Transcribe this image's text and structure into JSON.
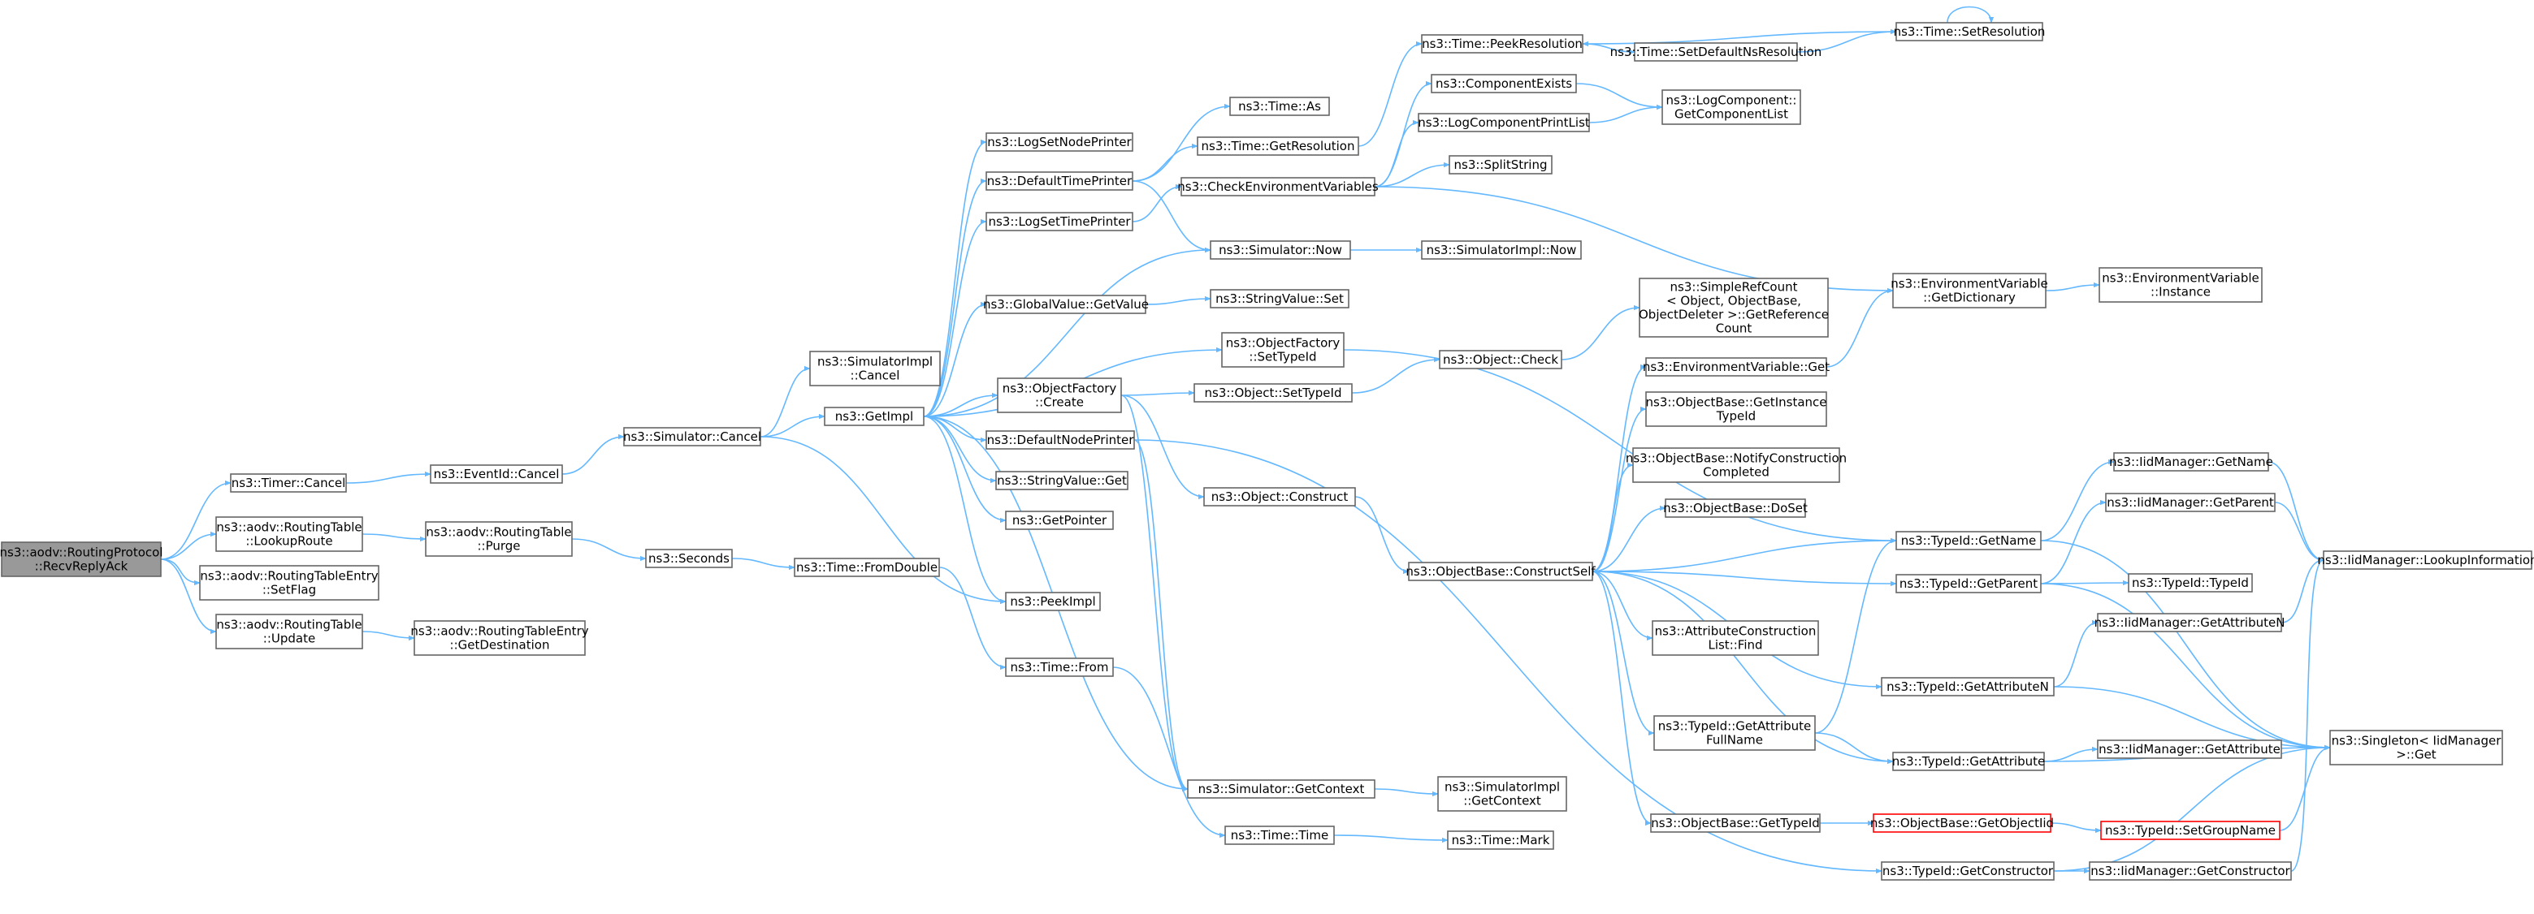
{
  "diagram": {
    "colors": {
      "edge": "#63b8ff",
      "node_border": "#666666",
      "start_fill": "#999999",
      "highlight_border": "#ff0000"
    },
    "nodes": [
      {
        "id": "root",
        "lines": [
          "ns3::aodv::RoutingProtocol",
          "::RecvReplyAck"
        ],
        "style": "start"
      },
      {
        "id": "timer_cancel",
        "lines": [
          "ns3::Timer::Cancel"
        ]
      },
      {
        "id": "rt_lookup",
        "lines": [
          "ns3::aodv::RoutingTable",
          "::LookupRoute"
        ]
      },
      {
        "id": "rte_setflag",
        "lines": [
          "ns3::aodv::RoutingTableEntry",
          "::SetFlag"
        ]
      },
      {
        "id": "rt_update",
        "lines": [
          "ns3::aodv::RoutingTable",
          "::Update"
        ]
      },
      {
        "id": "eventid_cancel",
        "lines": [
          "ns3::EventId::Cancel"
        ]
      },
      {
        "id": "rt_purge",
        "lines": [
          "ns3::aodv::RoutingTable",
          "::Purge"
        ]
      },
      {
        "id": "rte_getdest",
        "lines": [
          "ns3::aodv::RoutingTableEntry",
          "::GetDestination"
        ]
      },
      {
        "id": "sim_cancel",
        "lines": [
          "ns3::Simulator::Cancel"
        ]
      },
      {
        "id": "seconds",
        "lines": [
          "ns3::Seconds"
        ]
      },
      {
        "id": "simimpl_cancel",
        "lines": [
          "ns3::SimulatorImpl",
          "::Cancel"
        ]
      },
      {
        "id": "getimpl",
        "lines": [
          "ns3::GetImpl"
        ]
      },
      {
        "id": "time_fromdouble",
        "lines": [
          "ns3::Time::FromDouble"
        ]
      },
      {
        "id": "peekimpl",
        "lines": [
          "ns3::PeekImpl"
        ]
      },
      {
        "id": "time_from",
        "lines": [
          "ns3::Time::From"
        ]
      },
      {
        "id": "lognodeprinter",
        "lines": [
          "ns3::LogSetNodePrinter"
        ]
      },
      {
        "id": "deftimeprinter",
        "lines": [
          "ns3::DefaultTimePrinter"
        ]
      },
      {
        "id": "logtimeprinter",
        "lines": [
          "ns3::LogSetTimePrinter"
        ]
      },
      {
        "id": "gv_getvalue",
        "lines": [
          "ns3::GlobalValue::GetValue"
        ]
      },
      {
        "id": "of_create",
        "lines": [
          "ns3::ObjectFactory",
          "::Create"
        ]
      },
      {
        "id": "defnodeprinter",
        "lines": [
          "ns3::DefaultNodePrinter"
        ]
      },
      {
        "id": "sv_get",
        "lines": [
          "ns3::StringValue::Get"
        ]
      },
      {
        "id": "getpointer",
        "lines": [
          "ns3::GetPointer"
        ]
      },
      {
        "id": "time_as",
        "lines": [
          "ns3::Time::As"
        ]
      },
      {
        "id": "time_getres",
        "lines": [
          "ns3::Time::GetResolution"
        ]
      },
      {
        "id": "checkenv",
        "lines": [
          "ns3::CheckEnvironmentVariables"
        ]
      },
      {
        "id": "sim_now",
        "lines": [
          "ns3::Simulator::Now"
        ]
      },
      {
        "id": "sv_set",
        "lines": [
          "ns3::StringValue::Set"
        ]
      },
      {
        "id": "of_settypeid",
        "lines": [
          "ns3::ObjectFactory",
          "::SetTypeId"
        ]
      },
      {
        "id": "obj_settypeid",
        "lines": [
          "ns3::Object::SetTypeId"
        ]
      },
      {
        "id": "obj_construct",
        "lines": [
          "ns3::Object::Construct"
        ]
      },
      {
        "id": "sim_getctx",
        "lines": [
          "ns3::Simulator::GetContext"
        ]
      },
      {
        "id": "time_time",
        "lines": [
          "ns3::Time::Time"
        ]
      },
      {
        "id": "time_peekres",
        "lines": [
          "ns3::Time::PeekResolution"
        ]
      },
      {
        "id": "compexists",
        "lines": [
          "ns3::ComponentExists"
        ]
      },
      {
        "id": "logcompprint",
        "lines": [
          "ns3::LogComponentPrintList"
        ]
      },
      {
        "id": "splitstring",
        "lines": [
          "ns3::SplitString"
        ]
      },
      {
        "id": "simimpl_now",
        "lines": [
          "ns3::SimulatorImpl::Now"
        ]
      },
      {
        "id": "obj_check",
        "lines": [
          "ns3::Object::Check"
        ]
      },
      {
        "id": "ob_constructself",
        "lines": [
          "ns3::ObjectBase::ConstructSelf"
        ]
      },
      {
        "id": "simimpl_getctx",
        "lines": [
          "ns3::SimulatorImpl",
          "::GetContext"
        ]
      },
      {
        "id": "time_mark",
        "lines": [
          "ns3::Time::Mark"
        ]
      },
      {
        "id": "time_setdefns",
        "lines": [
          "ns3::Time::SetDefaultNsResolution"
        ]
      },
      {
        "id": "logcomp_getlist",
        "lines": [
          "ns3::LogComponent::",
          "GetComponentList"
        ]
      },
      {
        "id": "simplerefcount",
        "lines": [
          "ns3::SimpleRefCount",
          "< Object, ObjectBase,",
          "ObjectDeleter >::GetReference",
          "Count"
        ]
      },
      {
        "id": "envvar_get",
        "lines": [
          "ns3::EnvironmentVariable::Get"
        ]
      },
      {
        "id": "ob_getinsttid",
        "lines": [
          "ns3::ObjectBase::GetInstance",
          "TypeId"
        ]
      },
      {
        "id": "ob_notify",
        "lines": [
          "ns3::ObjectBase::NotifyConstruction",
          "Completed"
        ]
      },
      {
        "id": "ob_doset",
        "lines": [
          "ns3::ObjectBase::DoSet"
        ]
      },
      {
        "id": "attrconstr_find",
        "lines": [
          "ns3::AttributeConstruction",
          "List::Find"
        ]
      },
      {
        "id": "tid_getattrfull",
        "lines": [
          "ns3::TypeId::GetAttribute",
          "FullName"
        ]
      },
      {
        "id": "ob_gettypeid",
        "lines": [
          "ns3::ObjectBase::GetTypeId"
        ]
      },
      {
        "id": "time_setres",
        "lines": [
          "ns3::Time::SetResolution"
        ]
      },
      {
        "id": "envvar_getdict",
        "lines": [
          "ns3::EnvironmentVariable",
          "::GetDictionary"
        ]
      },
      {
        "id": "tid_getname",
        "lines": [
          "ns3::TypeId::GetName"
        ]
      },
      {
        "id": "tid_getparent",
        "lines": [
          "ns3::TypeId::GetParent"
        ]
      },
      {
        "id": "tid_getattrn",
        "lines": [
          "ns3::TypeId::GetAttributeN"
        ]
      },
      {
        "id": "tid_getattr",
        "lines": [
          "ns3::TypeId::GetAttribute"
        ]
      },
      {
        "id": "ob_getobjectiid",
        "lines": [
          "ns3::ObjectBase::GetObjectIid"
        ],
        "style": "red"
      },
      {
        "id": "tid_getconstructor",
        "lines": [
          "ns3::TypeId::GetConstructor"
        ]
      },
      {
        "id": "envvar_instance",
        "lines": [
          "ns3::EnvironmentVariable",
          "::Instance"
        ]
      },
      {
        "id": "iid_getname",
        "lines": [
          "ns3::IidManager::GetName"
        ]
      },
      {
        "id": "iid_getparent",
        "lines": [
          "ns3::IidManager::GetParent"
        ]
      },
      {
        "id": "tid_typeid",
        "lines": [
          "ns3::TypeId::TypeId"
        ]
      },
      {
        "id": "iid_getattrn",
        "lines": [
          "ns3::IidManager::GetAttributeN"
        ]
      },
      {
        "id": "iid_getattr",
        "lines": [
          "ns3::IidManager::GetAttribute"
        ]
      },
      {
        "id": "tid_setgroupname",
        "lines": [
          "ns3::TypeId::SetGroupName"
        ],
        "style": "red"
      },
      {
        "id": "iid_getconstructor",
        "lines": [
          "ns3::IidManager::GetConstructor"
        ]
      },
      {
        "id": "iid_lookup",
        "lines": [
          "ns3::IidManager::LookupInformation"
        ]
      },
      {
        "id": "singleton_get",
        "lines": [
          "ns3::Singleton< IidManager",
          ">::Get"
        ]
      }
    ],
    "edges": [
      [
        "root",
        "timer_cancel"
      ],
      [
        "root",
        "rt_lookup"
      ],
      [
        "root",
        "rte_setflag"
      ],
      [
        "root",
        "rt_update"
      ],
      [
        "timer_cancel",
        "eventid_cancel"
      ],
      [
        "rt_lookup",
        "rt_purge"
      ],
      [
        "rt_update",
        "rte_getdest"
      ],
      [
        "eventid_cancel",
        "sim_cancel"
      ],
      [
        "rt_purge",
        "seconds"
      ],
      [
        "sim_cancel",
        "simimpl_cancel"
      ],
      [
        "sim_cancel",
        "getimpl"
      ],
      [
        "sim_cancel",
        "peekimpl"
      ],
      [
        "seconds",
        "time_fromdouble"
      ],
      [
        "time_fromdouble",
        "time_from"
      ],
      [
        "getimpl",
        "lognodeprinter"
      ],
      [
        "getimpl",
        "deftimeprinter"
      ],
      [
        "getimpl",
        "logtimeprinter"
      ],
      [
        "getimpl",
        "sim_now"
      ],
      [
        "getimpl",
        "gv_getvalue"
      ],
      [
        "getimpl",
        "of_settypeid"
      ],
      [
        "getimpl",
        "of_create"
      ],
      [
        "getimpl",
        "defnodeprinter"
      ],
      [
        "getimpl",
        "sv_get"
      ],
      [
        "getimpl",
        "getpointer"
      ],
      [
        "getimpl",
        "peekimpl"
      ],
      [
        "getimpl",
        "sim_getctx"
      ],
      [
        "deftimeprinter",
        "time_as"
      ],
      [
        "deftimeprinter",
        "time_getres"
      ],
      [
        "deftimeprinter",
        "sim_now"
      ],
      [
        "logtimeprinter",
        "checkenv"
      ],
      [
        "time_getres",
        "time_peekres"
      ],
      [
        "gv_getvalue",
        "sv_set"
      ],
      [
        "of_create",
        "obj_settypeid"
      ],
      [
        "of_create",
        "obj_construct"
      ],
      [
        "of_create",
        "sim_getctx"
      ],
      [
        "defnodeprinter",
        "sim_getctx"
      ],
      [
        "defnodeprinter",
        "tid_getconstructor"
      ],
      [
        "time_from",
        "time_time"
      ],
      [
        "checkenv",
        "compexists"
      ],
      [
        "checkenv",
        "logcompprint"
      ],
      [
        "checkenv",
        "splitstring"
      ],
      [
        "checkenv",
        "envvar_getdict"
      ],
      [
        "sim_now",
        "simimpl_now"
      ],
      [
        "of_settypeid",
        "tid_getname"
      ],
      [
        "obj_settypeid",
        "obj_check"
      ],
      [
        "obj_construct",
        "ob_constructself"
      ],
      [
        "sim_getctx",
        "simimpl_getctx"
      ],
      [
        "time_time",
        "time_mark"
      ],
      [
        "time_peekres",
        "time_setdefns"
      ],
      [
        "time_setdefns",
        "time_setres"
      ],
      [
        "time_setres",
        "time_peekres"
      ],
      [
        "time_setres",
        "time_setres"
      ],
      [
        "compexists",
        "logcomp_getlist"
      ],
      [
        "logcompprint",
        "logcomp_getlist"
      ],
      [
        "obj_check",
        "simplerefcount"
      ],
      [
        "ob_constructself",
        "envvar_get"
      ],
      [
        "ob_constructself",
        "ob_getinsttid"
      ],
      [
        "ob_constructself",
        "ob_notify"
      ],
      [
        "ob_constructself",
        "ob_doset"
      ],
      [
        "ob_constructself",
        "tid_getname"
      ],
      [
        "ob_constructself",
        "tid_getparent"
      ],
      [
        "ob_constructself",
        "attrconstr_find"
      ],
      [
        "ob_constructself",
        "tid_getattrn"
      ],
      [
        "ob_constructself",
        "tid_getattrfull"
      ],
      [
        "ob_constructself",
        "tid_getattr"
      ],
      [
        "ob_constructself",
        "ob_gettypeid"
      ],
      [
        "envvar_get",
        "envvar_getdict"
      ],
      [
        "tid_getattrfull",
        "tid_getname"
      ],
      [
        "tid_getattrfull",
        "tid_getattr"
      ],
      [
        "ob_gettypeid",
        "ob_getobjectiid"
      ],
      [
        "ob_getobjectiid",
        "tid_setgroupname"
      ],
      [
        "envvar_getdict",
        "envvar_instance"
      ],
      [
        "tid_getname",
        "iid_getname"
      ],
      [
        "tid_getname",
        "singleton_get"
      ],
      [
        "tid_getparent",
        "iid_getparent"
      ],
      [
        "tid_getparent",
        "tid_typeid"
      ],
      [
        "tid_getparent",
        "singleton_get"
      ],
      [
        "tid_getattrn",
        "iid_getattrn"
      ],
      [
        "tid_getattrn",
        "singleton_get"
      ],
      [
        "tid_getattr",
        "iid_getattr"
      ],
      [
        "tid_getattr",
        "singleton_get"
      ],
      [
        "tid_setgroupname",
        "singleton_get"
      ],
      [
        "tid_getconstructor",
        "iid_getconstructor"
      ],
      [
        "tid_getconstructor",
        "singleton_get"
      ],
      [
        "iid_getname",
        "iid_lookup"
      ],
      [
        "iid_getparent",
        "iid_lookup"
      ],
      [
        "iid_getattrn",
        "iid_lookup"
      ],
      [
        "iid_getconstructor",
        "iid_lookup"
      ]
    ]
  }
}
